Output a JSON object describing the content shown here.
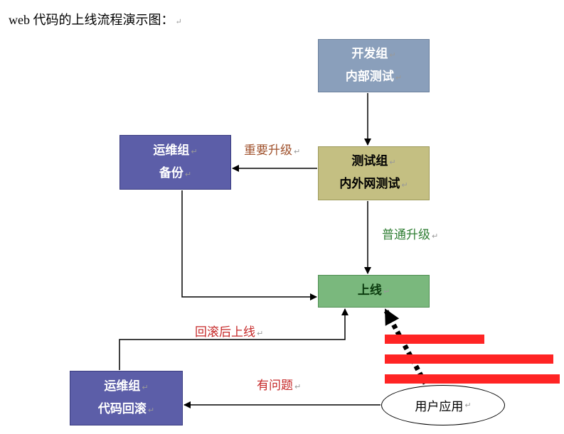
{
  "title": "web 代码的上线流程演示图：",
  "para_mark": "↵",
  "nodes": {
    "dev": {
      "line1": "开发组",
      "line2": "内部测试"
    },
    "ops_backup": {
      "line1": "运维组",
      "line2": "备份"
    },
    "test": {
      "line1": "测试组",
      "line2": "内外网测试"
    },
    "online": {
      "line1": "上线"
    },
    "ops_rollback": {
      "line1": "运维组",
      "line2": "代码回滚"
    },
    "user": {
      "line1": "用户应用"
    }
  },
  "edge_labels": {
    "major": "重要升级",
    "normal": "普通升级",
    "rollback": "回滚后上线",
    "problem": "有问题"
  },
  "colors": {
    "dev": "#8a9fbb",
    "ops": "#5c5ea8",
    "test": "#c4bf82",
    "online": "#7ab87d",
    "redaction": "#ff2424"
  }
}
